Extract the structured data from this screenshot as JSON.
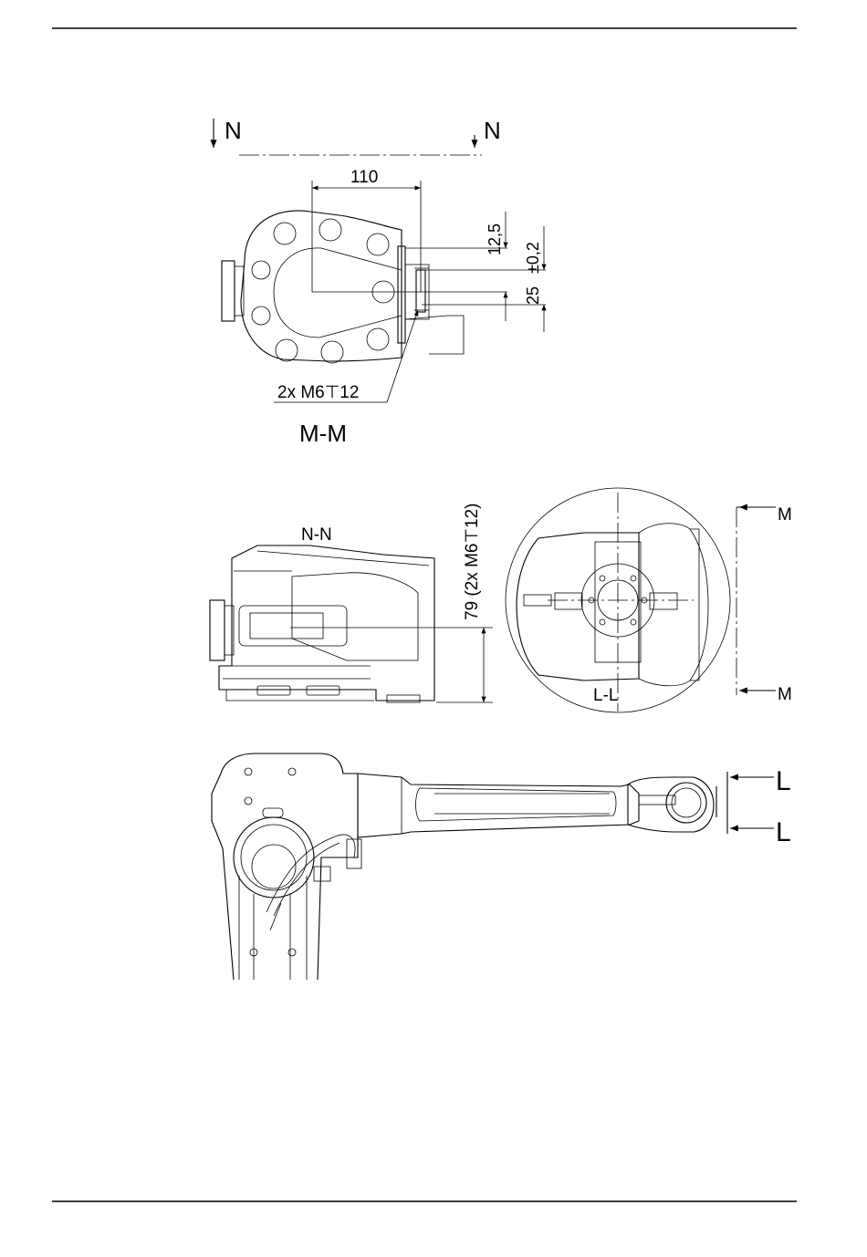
{
  "section_markers": {
    "n_left": "N",
    "n_right": "N",
    "m_top": "M",
    "m_bottom": "M",
    "l_top": "L",
    "l_bottom": "L"
  },
  "views": {
    "m_m": {
      "title": "M-M",
      "dim_110": "110",
      "dim_12_5": "12,5",
      "dim_tolerance": "±0,2",
      "dim_25": "25",
      "callout": "2x M6⊤12"
    },
    "n_n": {
      "title": "N-N",
      "dim_vertical": "79 (2x M6⊤12)"
    },
    "l_l": {
      "title": "L-L"
    }
  }
}
